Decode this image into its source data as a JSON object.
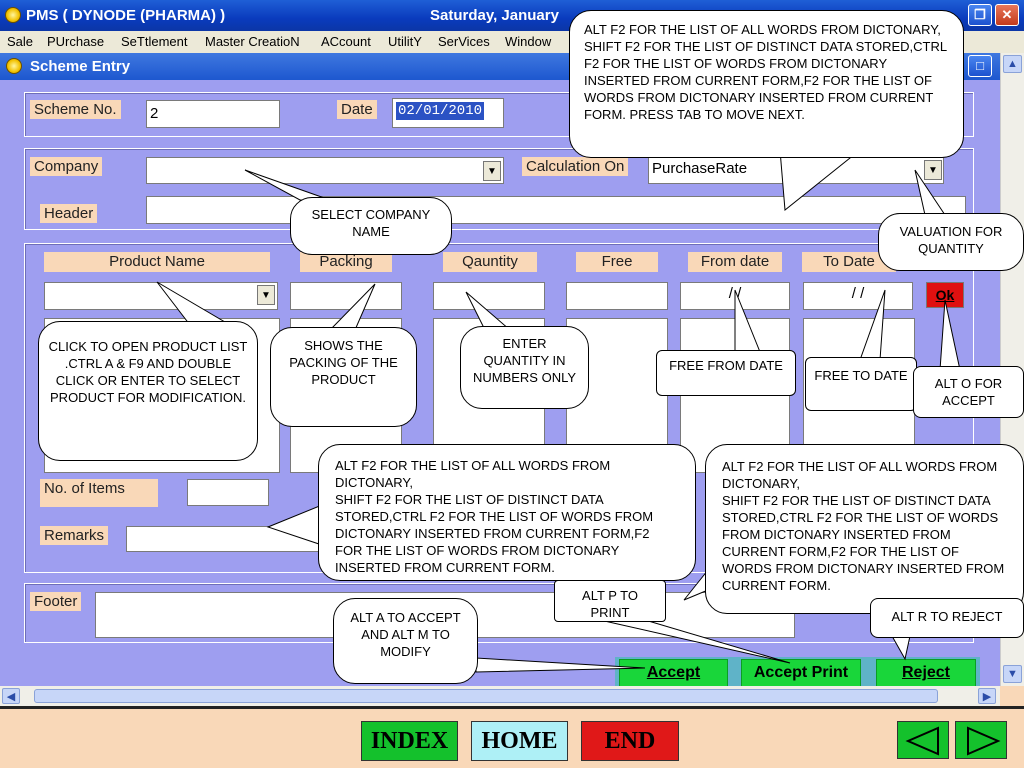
{
  "titlebar": {
    "title": "PMS ( DYNODE (PHARMA) )",
    "date": "Saturday, January"
  },
  "menu": [
    {
      "label": "Sale"
    },
    {
      "label": "PUrchase"
    },
    {
      "label": "SeTtlement"
    },
    {
      "label": "Master CreatioN"
    },
    {
      "label": "ACcount"
    },
    {
      "label": "UtilitY"
    },
    {
      "label": "SerVices"
    },
    {
      "label": "Window"
    }
  ],
  "child_window": {
    "title": "Scheme Entry"
  },
  "form": {
    "scheme_no_label": "Scheme No.",
    "scheme_no_value": "2",
    "date_label": "Date",
    "date_value": "02/01/2010",
    "company_label": "Company",
    "company_value": "",
    "calc_on_label": "Calculation On",
    "calc_on_value": "PurchaseRate",
    "header_label": "Header",
    "columns": [
      "Product Name",
      "Packing",
      "Qauntity",
      "Free",
      "From date",
      "To Date"
    ],
    "from_date_mask": "/      /",
    "to_date_mask": "/      /",
    "ok_label": "Ok",
    "items_label": "No. of Items",
    "remarks_label": "Remarks",
    "footer_label": "Footer"
  },
  "buttons": {
    "accept": "Accept",
    "accept_print": "Accept Print",
    "reject": "Reject"
  },
  "callouts": {
    "top_right": "ALT F2 FOR THE LIST OF ALL WORDS FROM DICTONARY,\nSHIFT F2 FOR THE LIST OF DISTINCT DATA STORED,CTRL F2 FOR THE LIST OF WORDS FROM DICTONARY INSERTED FROM CURRENT FORM,F2 FOR THE LIST OF WORDS FROM DICTONARY INSERTED FROM CURRENT FORM. PRESS  TAB TO MOVE NEXT.",
    "select_company": "SELECT COMPANY NAME",
    "valuation": "VALUATION FOR QUANTITY",
    "product": "CLICK TO OPEN PRODUCT LIST .CTRL A & F9 AND DOUBLE CLICK OR ENTER TO SELECT PRODUCT FOR MODIFICATION.",
    "packing": "SHOWS THE PACKING OF THE PRODUCT",
    "quantity": "ENTER QUANTITY IN NUMBERS ONLY",
    "free_from": "FREE FROM DATE",
    "free_to": "FREE TO DATE",
    "alt_o": "ALT O FOR ACCEPT",
    "middle": "ALT F2 FOR THE LIST OF ALL WORDS FROM DICTONARY,\nSHIFT F2 FOR THE LIST OF DISTINCT DATA STORED,CTRL F2 FOR THE LIST OF WORDS FROM DICTONARY INSERTED FROM CURRENT FORM,F2  FOR THE LIST OF WORDS FROM DICTONARY INSERTED FROM CURRENT FORM.",
    "right": "ALT F2 FOR THE LIST OF ALL WORDS FROM DICTONARY,\nSHIFT F2 FOR THE LIST OF DISTINCT DATA STORED,CTRL F2 FOR THE LIST OF WORDS FROM DICTONARY INSERTED FROM CURRENT FORM,F2 FOR THE LIST OF WORDS FROM DICTONARY INSERTED FROM CURRENT FORM.",
    "alt_p": "ALT P  TO PRINT",
    "alt_r": "ALT R TO REJECT",
    "alt_a": "ALT A TO ACCEPT AND ALT M TO MODIFY"
  },
  "nav": {
    "index": "INDEX",
    "home": "HOME",
    "end": "END"
  }
}
